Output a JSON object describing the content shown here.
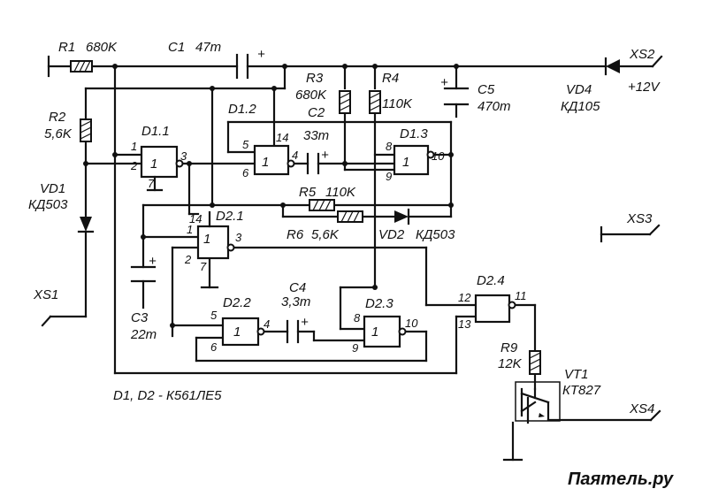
{
  "components": {
    "r1": {
      "ref": "R1",
      "value": "680K"
    },
    "c1": {
      "ref": "C1",
      "value": "47m"
    },
    "r2": {
      "ref": "R2",
      "value": "5,6K"
    },
    "vd1": {
      "ref": "VD1",
      "value": "КД503"
    },
    "d11": {
      "ref": "D1.1",
      "value": "1"
    },
    "d12": {
      "ref": "D1.2",
      "value": "1"
    },
    "d13": {
      "ref": "D1.3",
      "value": "1"
    },
    "r3": {
      "ref": "R3",
      "value": "680K"
    },
    "r4": {
      "ref": "R4",
      "value": "110K"
    },
    "c2": {
      "ref": "C2",
      "value": "33m"
    },
    "c5": {
      "ref": "C5",
      "value": "470m"
    },
    "vd4": {
      "ref": "VD4",
      "value": "КД105"
    },
    "r5": {
      "ref": "R5",
      "value": "110K"
    },
    "r6": {
      "ref": "R6",
      "value": "5,6K"
    },
    "vd2": {
      "ref": "VD2",
      "value": "КД503"
    },
    "d21": {
      "ref": "D2.1",
      "value": "1"
    },
    "d22": {
      "ref": "D2.2",
      "value": "1"
    },
    "d23": {
      "ref": "D2.3",
      "value": "1"
    },
    "d24": {
      "ref": "D2.4",
      "value": ""
    },
    "c3": {
      "ref": "C3",
      "value": "22m"
    },
    "c4": {
      "ref": "C4",
      "value": "3,3m"
    },
    "r9": {
      "ref": "R9",
      "value": "12K"
    },
    "vt1": {
      "ref": "VT1",
      "value": "КТ827"
    }
  },
  "connectors": {
    "xs1": "XS1",
    "xs2": "XS2",
    "xs3": "XS3",
    "xs4": "XS4",
    "supply": "+12V"
  },
  "pins": {
    "d11": [
      "1",
      "2",
      "3",
      "7"
    ],
    "d12": [
      "5",
      "6",
      "4",
      "14"
    ],
    "d13": [
      "8",
      "9",
      "10"
    ],
    "d21": [
      "1",
      "2",
      "3",
      "7",
      "14"
    ],
    "d22": [
      "5",
      "6",
      "4"
    ],
    "d23": [
      "8",
      "9",
      "10"
    ],
    "d24": [
      "12",
      "13",
      "11"
    ]
  },
  "polarity": "+",
  "note": "D1, D2 - К561ЛЕ5",
  "watermark": "Паяmель.ру"
}
